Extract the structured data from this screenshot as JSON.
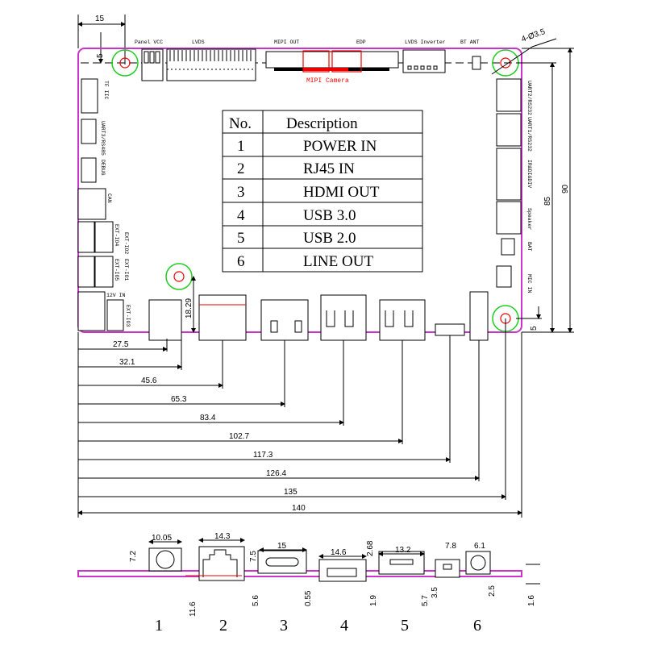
{
  "top_labels": {
    "panel_vcc": "Panel VCC",
    "lvds": "LVDS",
    "mipi_out": "MIPI OUT",
    "edp": "EDP",
    "lvds_inverter": "LVDS Inverter",
    "bt_ant": "BT ANT",
    "mipi_camera": "MIPI Camera"
  },
  "left_labels": [
    "TF IIC",
    "UART3/RS485",
    "DEBUG",
    "CAN",
    "EXT-IO4",
    "EXT-IO2",
    "EXT-IO5",
    "EXT-IO1",
    "12V IN",
    "EXT-IO3"
  ],
  "right_labels": [
    "UART2/RS232",
    "UART1/RS232",
    "IR&DI&DIV",
    "Speaker",
    "BAT",
    "MIC IN"
  ],
  "hole_label": "4-Ø3.5",
  "dims": {
    "top_offset": "15",
    "top_hole": "5",
    "height_85": "85",
    "height_90": "90",
    "bottom_hole": "5",
    "hole_y": "18.29"
  },
  "horizontal_dims": [
    "27.5",
    "32.1",
    "45.6",
    "65.3",
    "83.4",
    "102.7",
    "117.3",
    "126.4",
    "135",
    "140"
  ],
  "table": {
    "headers": [
      "No.",
      "Description"
    ],
    "rows": [
      [
        "1",
        "POWER IN"
      ],
      [
        "2",
        "RJ45 IN"
      ],
      [
        "3",
        "HDMI OUT"
      ],
      [
        "4",
        "USB 3.0"
      ],
      [
        "5",
        "USB 2.0"
      ],
      [
        "6",
        "LINE OUT"
      ]
    ]
  },
  "side_dims": {
    "w1": "10.05",
    "h1": "7.2",
    "w2": "14.3",
    "h2": "7.5",
    "w3": "15",
    "w4": "14.6",
    "h4": "2.68",
    "w5": "13.2",
    "w6a": "7.8",
    "w6b": "6.1",
    "d1": "11.6",
    "d3": "5.6",
    "d3b": "0.55",
    "d4": "1.9",
    "d5": "5.7",
    "d5b": "3.5",
    "d6": "2.5",
    "pcb": "1.6"
  },
  "port_numbers": [
    "1",
    "2",
    "3",
    "4",
    "5",
    "6"
  ]
}
